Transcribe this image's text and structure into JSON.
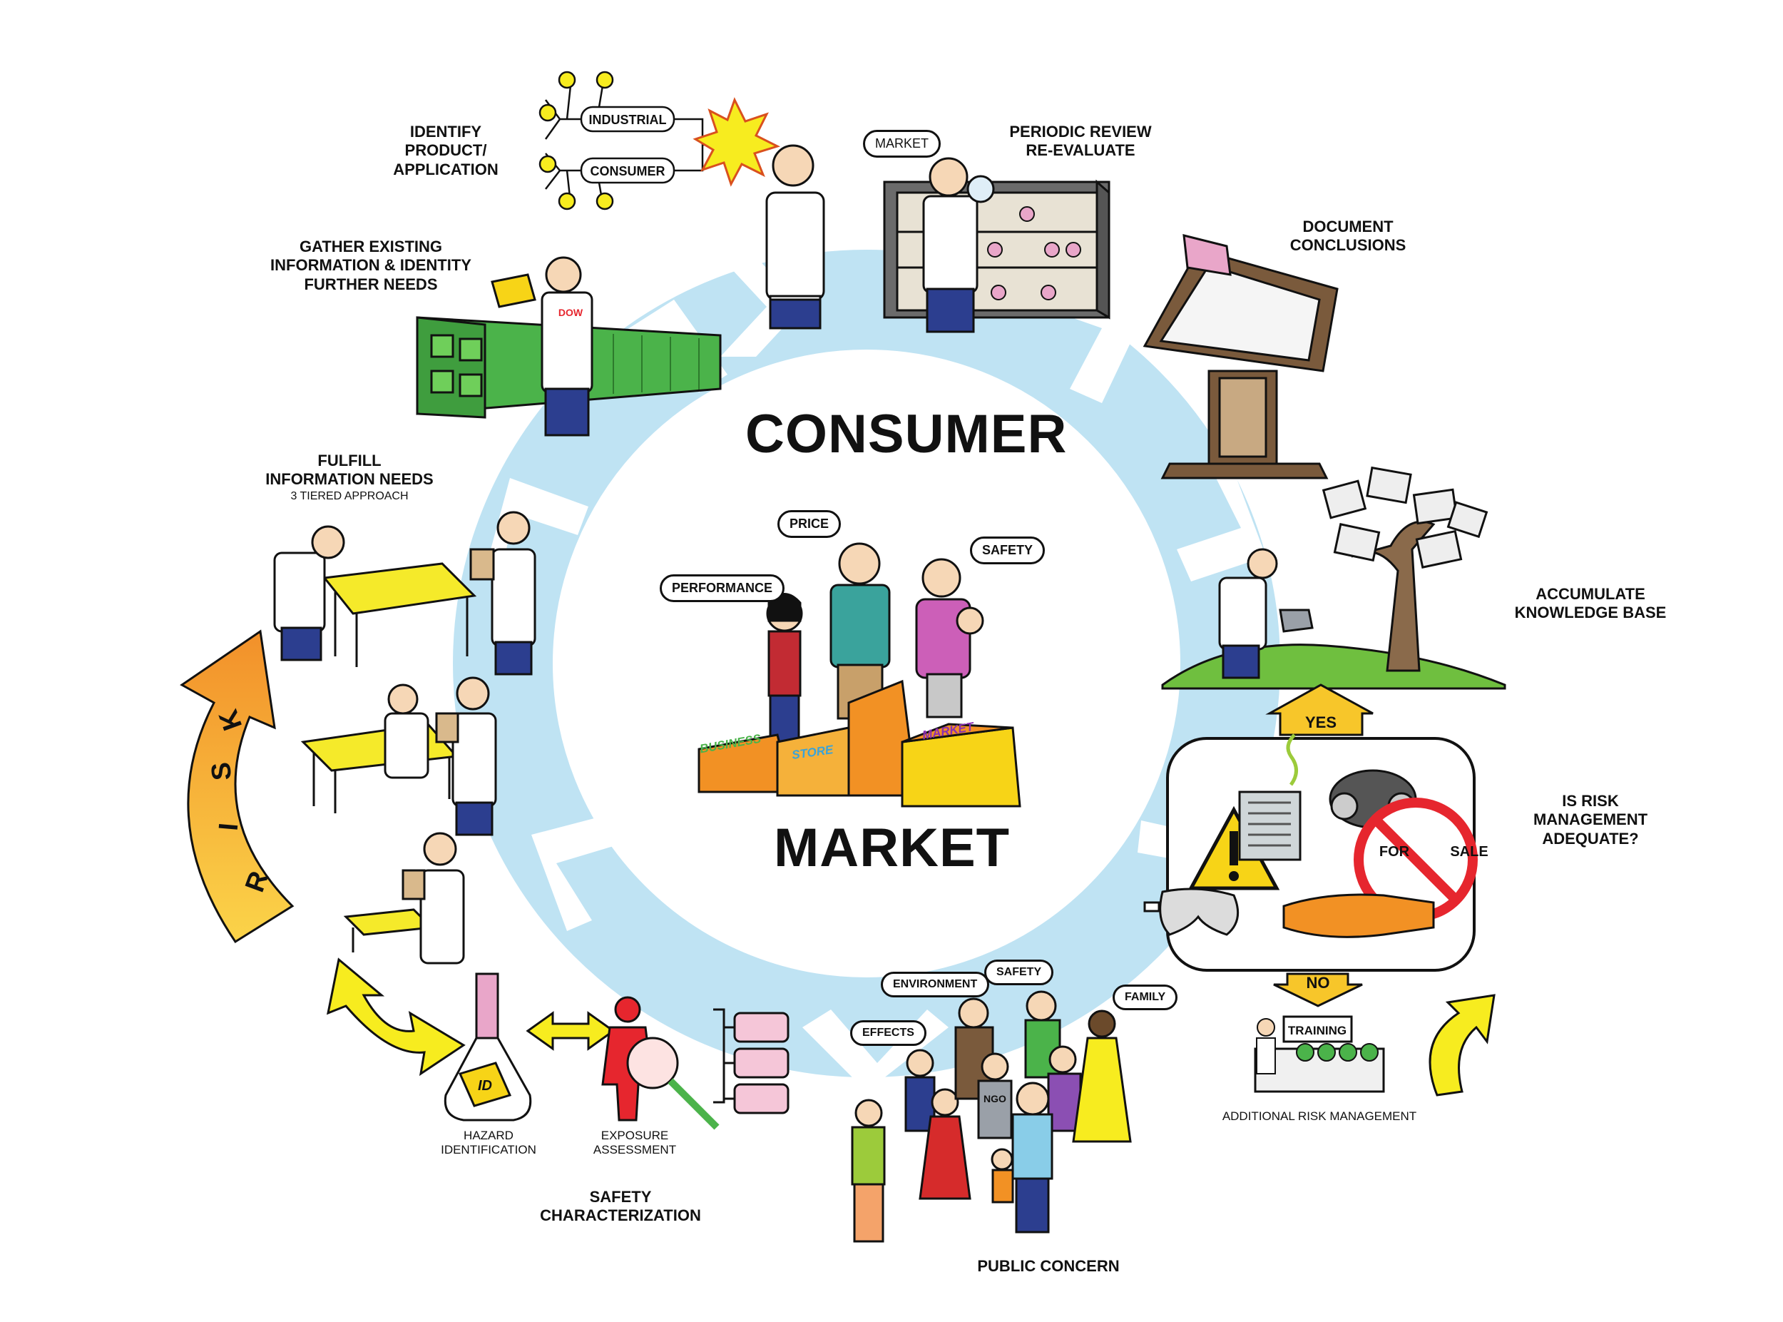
{
  "center": {
    "title_top": "CONSUMER",
    "title_bottom": "MARKET"
  },
  "center_bubbles": {
    "performance": "PERFORMANCE",
    "price": "PRICE",
    "safety": "SAFETY"
  },
  "center_signs": {
    "business": "BUSINESS",
    "store": "STORE",
    "market": "MARKET"
  },
  "steps": {
    "identify": [
      "IDENTIFY PRODUCT/",
      "APPLICATION"
    ],
    "identify_boxes": {
      "industrial": "INDUSTRIAL",
      "consumer": "CONSUMER"
    },
    "periodic": [
      "PERIODIC REVIEW",
      "RE-EVALUATE"
    ],
    "periodic_bubble": "MARKET",
    "document": [
      "DOCUMENT",
      "CONCLUSIONS"
    ],
    "gather": [
      "GATHER EXISTING",
      "INFORMATION & IDENTITY",
      "FURTHER NEEDS"
    ],
    "fulfill": [
      "FULFILL",
      "INFORMATION NEEDS"
    ],
    "fulfill_sub": "3 TIERED APPROACH",
    "accumulate": [
      "ACCUMULATE",
      "KNOWLEDGE BASE"
    ],
    "is_risk": [
      "IS RISK",
      "MANAGEMENT",
      "ADEQUATE?"
    ],
    "yes": "YES",
    "no": "NO",
    "for": "FOR",
    "sale": "SALE",
    "training": "TRAINING",
    "additional": "ADDITIONAL RISK MANAGEMENT",
    "risk": [
      "R",
      "I",
      "S",
      "K"
    ],
    "hazard": [
      "HAZARD",
      "IDENTIFICATION"
    ],
    "exposure": [
      "EXPOSURE",
      "ASSESSMENT"
    ],
    "safety_char": [
      "SAFETY",
      "CHARACTERIZATION"
    ],
    "public_concern": "PUBLIC CONCERN",
    "public_bubbles": {
      "environment": "ENVIRONMENT",
      "safety": "SAFETY",
      "family": "FAMILY",
      "effects": "EFFECTS",
      "ngo": "NGO"
    },
    "flask_label": "ID",
    "dow": "DOW"
  },
  "colors": {
    "cycle": "#bfe3f3",
    "risk_start": "#fbd449",
    "risk_end": "#f2902a",
    "yellow_arrow": "#f7ec1f",
    "cabinet": "#4bb34a",
    "table": "#f5ea2a",
    "building": "#f29124",
    "stop": "#e6262e",
    "warning": "#f7d417"
  }
}
